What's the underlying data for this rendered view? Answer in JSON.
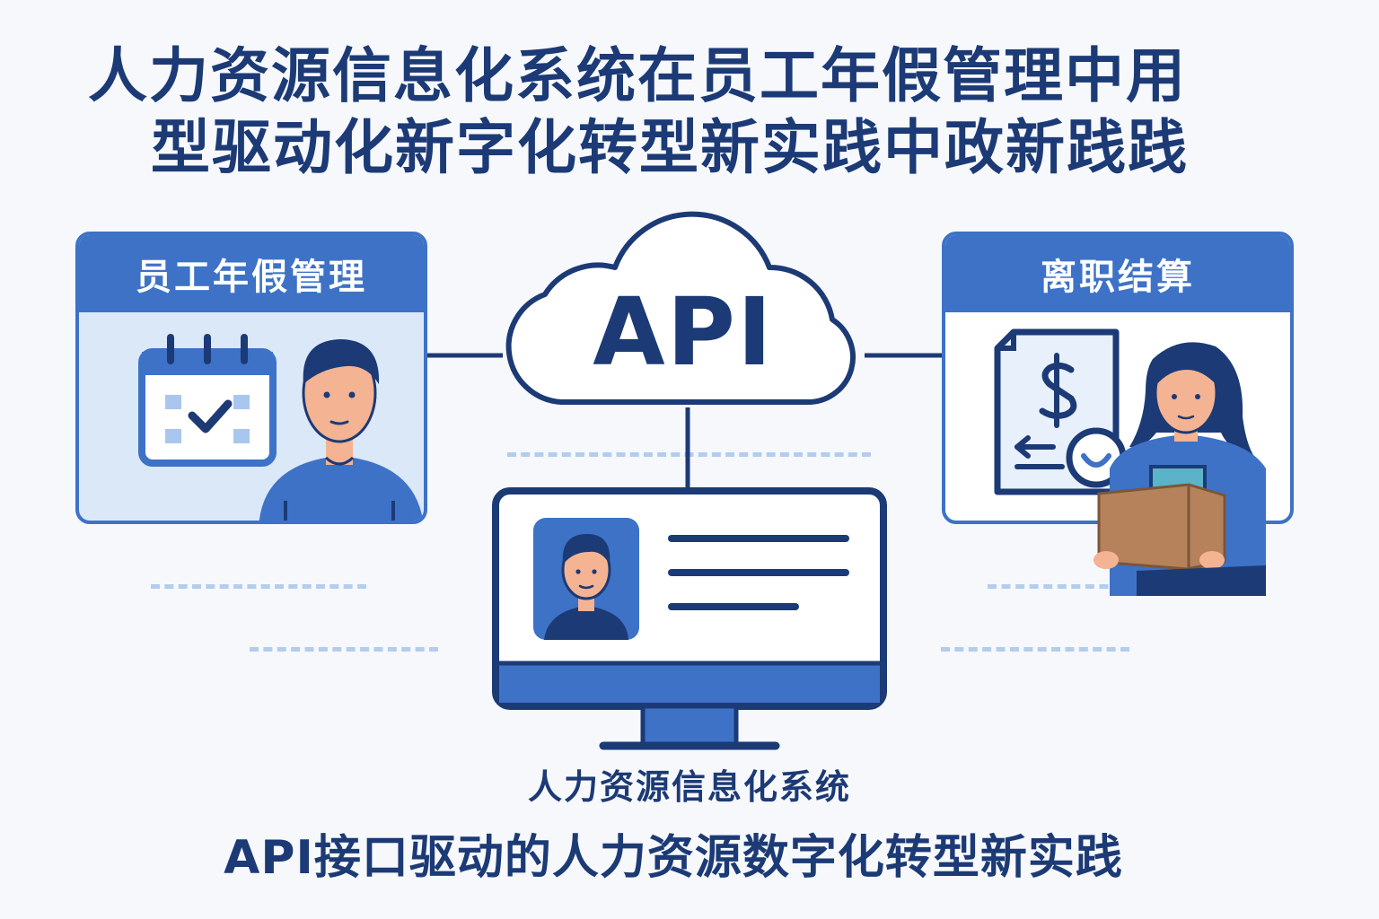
{
  "title": {
    "line1": "人力资源信息化系统在员工年假管理中用",
    "line2": "型驱动化新字化转型新实践中政新践践"
  },
  "left_panel": {
    "header": "员工年假管理",
    "icons": [
      "calendar-check-icon",
      "employee-male-avatar"
    ]
  },
  "right_panel": {
    "header": "离职结算",
    "icons": [
      "invoice-dollar-icon",
      "departing-employee-with-box"
    ]
  },
  "hub": {
    "label": "API",
    "icon": "cloud-icon"
  },
  "monitor": {
    "icons": [
      "monitor-icon",
      "employee-profile-avatar"
    ],
    "text_lines": 3
  },
  "captions": {
    "system": "人力资源信息化系统",
    "main": "API接口驱动的人力资源数字化转型新实践"
  },
  "colors": {
    "primary": "#3d72c7",
    "navy": "#1c3a75",
    "light_fill": "#dbe8f8",
    "dash": "#b3cdef",
    "skin": "#f4b392",
    "box": "#b5825b"
  }
}
